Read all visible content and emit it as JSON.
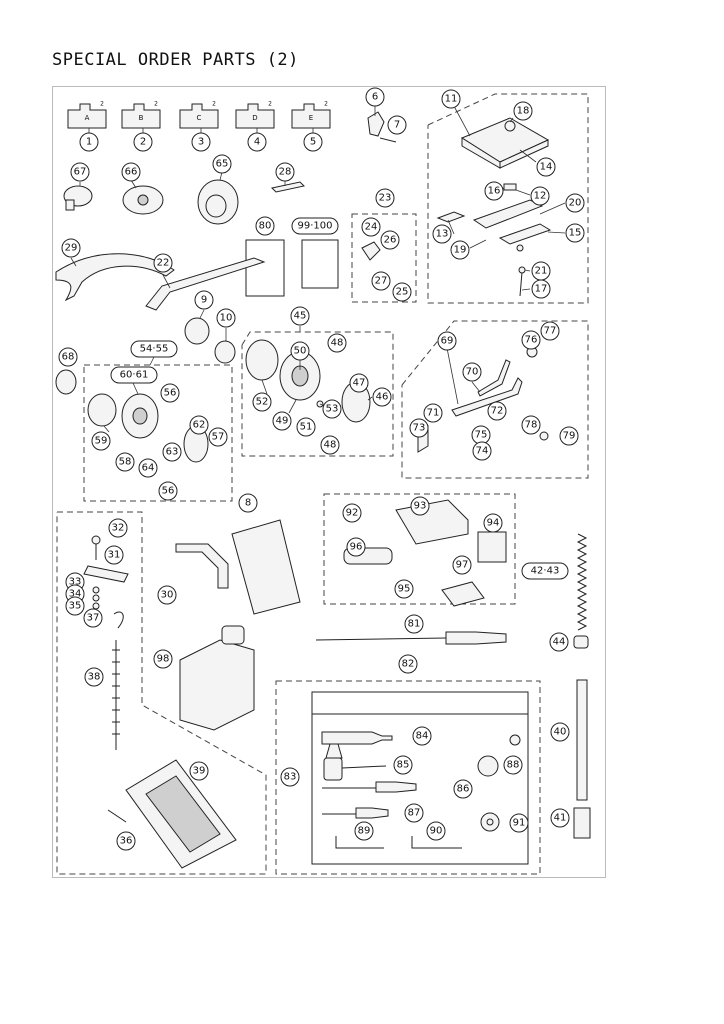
{
  "page": {
    "title": "SPECIAL ORDER PARTS (2)"
  },
  "labels": [
    {
      "id": "b1",
      "text": "1"
    },
    {
      "id": "b2",
      "text": "2"
    },
    {
      "id": "b3",
      "text": "3"
    },
    {
      "id": "b4",
      "text": "4"
    },
    {
      "id": "b5",
      "text": "5"
    },
    {
      "id": "b6",
      "text": "6"
    },
    {
      "id": "b7",
      "text": "7"
    },
    {
      "id": "b11",
      "text": "11"
    },
    {
      "id": "b18",
      "text": "18"
    },
    {
      "id": "b14",
      "text": "14"
    },
    {
      "id": "b16",
      "text": "16"
    },
    {
      "id": "b12",
      "text": "12"
    },
    {
      "id": "b20",
      "text": "20"
    },
    {
      "id": "b13",
      "text": "13"
    },
    {
      "id": "b15",
      "text": "15"
    },
    {
      "id": "b19",
      "text": "19"
    },
    {
      "id": "b21",
      "text": "21"
    },
    {
      "id": "b17",
      "text": "17"
    },
    {
      "id": "b67",
      "text": "67"
    },
    {
      "id": "b66",
      "text": "66"
    },
    {
      "id": "b65",
      "text": "65"
    },
    {
      "id": "b28",
      "text": "28"
    },
    {
      "id": "b23",
      "text": "23"
    },
    {
      "id": "b80",
      "text": "80"
    },
    {
      "id": "b99",
      "text": "99·100"
    },
    {
      "id": "b24",
      "text": "24"
    },
    {
      "id": "b26",
      "text": "26"
    },
    {
      "id": "b27",
      "text": "27"
    },
    {
      "id": "b25",
      "text": "25"
    },
    {
      "id": "b29",
      "text": "29"
    },
    {
      "id": "b22",
      "text": "22"
    },
    {
      "id": "b9",
      "text": "9"
    },
    {
      "id": "b10",
      "text": "10"
    },
    {
      "id": "b45",
      "text": "45"
    },
    {
      "id": "b54",
      "text": "54·55"
    },
    {
      "id": "b68",
      "text": "68"
    },
    {
      "id": "b60",
      "text": "60·61"
    },
    {
      "id": "b56a",
      "text": "56"
    },
    {
      "id": "b50",
      "text": "50"
    },
    {
      "id": "b48a",
      "text": "48"
    },
    {
      "id": "b52",
      "text": "52"
    },
    {
      "id": "b47",
      "text": "47"
    },
    {
      "id": "b46",
      "text": "46"
    },
    {
      "id": "b53",
      "text": "53"
    },
    {
      "id": "b49",
      "text": "49"
    },
    {
      "id": "b51",
      "text": "51"
    },
    {
      "id": "b48b",
      "text": "48"
    },
    {
      "id": "b59",
      "text": "59"
    },
    {
      "id": "b62",
      "text": "62"
    },
    {
      "id": "b57",
      "text": "57"
    },
    {
      "id": "b63",
      "text": "63"
    },
    {
      "id": "b58",
      "text": "58"
    },
    {
      "id": "b64",
      "text": "64"
    },
    {
      "id": "b56b",
      "text": "56"
    },
    {
      "id": "b69",
      "text": "69"
    },
    {
      "id": "b77",
      "text": "77"
    },
    {
      "id": "b76",
      "text": "76"
    },
    {
      "id": "b70",
      "text": "70"
    },
    {
      "id": "b71",
      "text": "71"
    },
    {
      "id": "b72",
      "text": "72"
    },
    {
      "id": "b73",
      "text": "73"
    },
    {
      "id": "b75",
      "text": "75"
    },
    {
      "id": "b74",
      "text": "74"
    },
    {
      "id": "b78",
      "text": "78"
    },
    {
      "id": "b79",
      "text": "79"
    },
    {
      "id": "b8",
      "text": "8"
    },
    {
      "id": "b32",
      "text": "32"
    },
    {
      "id": "b31",
      "text": "31"
    },
    {
      "id": "b33",
      "text": "33"
    },
    {
      "id": "b34",
      "text": "34"
    },
    {
      "id": "b35",
      "text": "35"
    },
    {
      "id": "b30",
      "text": "30"
    },
    {
      "id": "b37",
      "text": "37"
    },
    {
      "id": "b92",
      "text": "92"
    },
    {
      "id": "b93",
      "text": "93"
    },
    {
      "id": "b94",
      "text": "94"
    },
    {
      "id": "b96",
      "text": "96"
    },
    {
      "id": "b97",
      "text": "97"
    },
    {
      "id": "b95",
      "text": "95"
    },
    {
      "id": "b4243",
      "text": "42·43"
    },
    {
      "id": "b81",
      "text": "81"
    },
    {
      "id": "b44",
      "text": "44"
    },
    {
      "id": "b98",
      "text": "98"
    },
    {
      "id": "b82",
      "text": "82"
    },
    {
      "id": "b38",
      "text": "38"
    },
    {
      "id": "b40",
      "text": "40"
    },
    {
      "id": "b84",
      "text": "84"
    },
    {
      "id": "b39",
      "text": "39"
    },
    {
      "id": "b85",
      "text": "85"
    },
    {
      "id": "b88",
      "text": "88"
    },
    {
      "id": "b83",
      "text": "83"
    },
    {
      "id": "b86",
      "text": "86"
    },
    {
      "id": "b87",
      "text": "87"
    },
    {
      "id": "b91",
      "text": "91"
    },
    {
      "id": "b41",
      "text": "41"
    },
    {
      "id": "b36",
      "text": "36"
    },
    {
      "id": "b89",
      "text": "89"
    },
    {
      "id": "b90",
      "text": "90"
    }
  ],
  "plate_letters": [
    "A",
    "B",
    "C",
    "D",
    "E"
  ],
  "plate_mark": "2"
}
